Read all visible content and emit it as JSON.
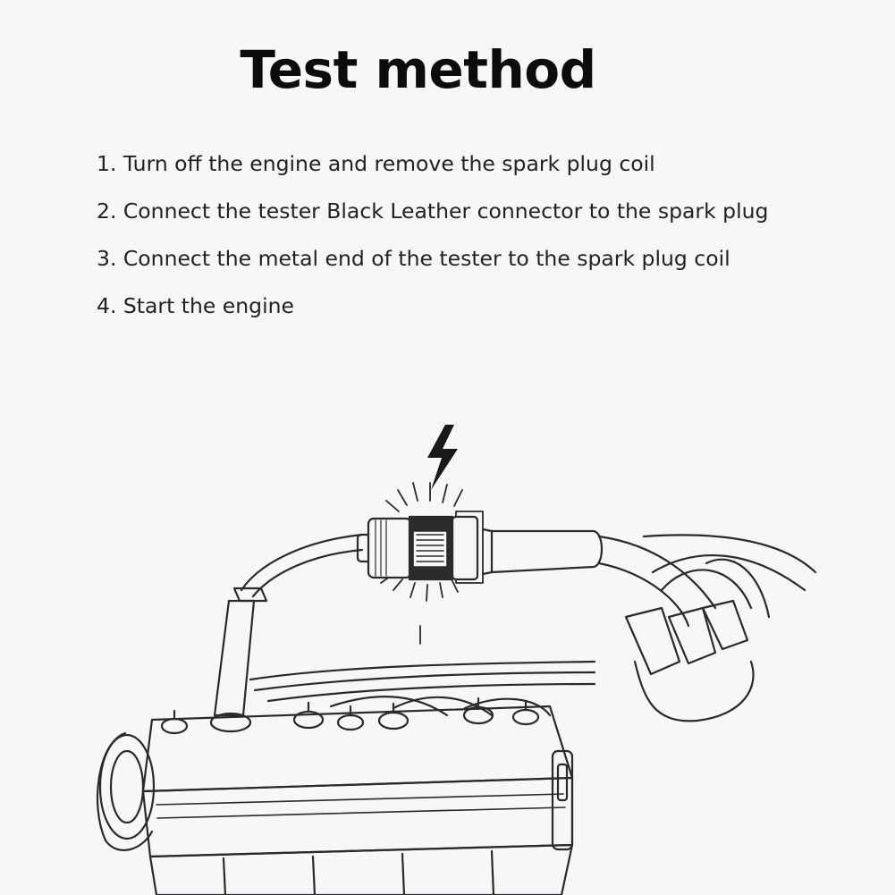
{
  "title": "Test method",
  "steps": [
    "1. Turn off the engine and remove the spark plug coil",
    "2. Connect the tester Black Leather connector to the spark plug",
    "3. Connect the metal end of the tester to the spark plug coil",
    "4. Start the engine"
  ],
  "colors": {
    "background": "#f7f7f9",
    "text": "#111111",
    "line": "#2a2a2a"
  },
  "illustration": {
    "icons": [
      "lightning-bolt-icon",
      "engine-block-illustration",
      "spark-tester-illustration",
      "ignition-wires-illustration"
    ]
  }
}
